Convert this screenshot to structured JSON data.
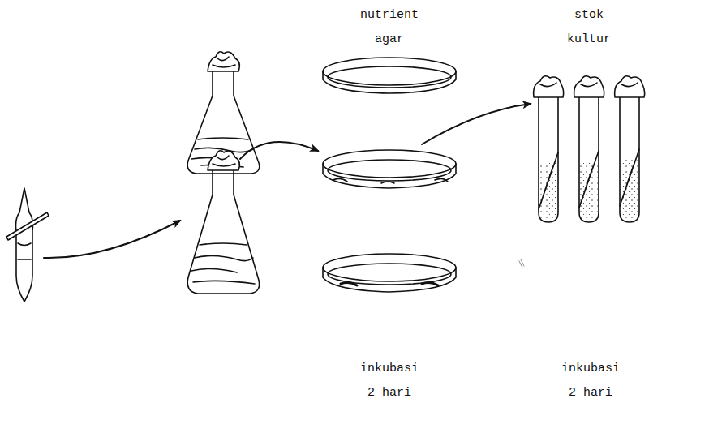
{
  "diagram": {
    "labels": [
      "nutrient agar",
      "stok kultur",
      "inkubasi 2 hari",
      "inkubasi 2 hari"
    ]
  }
}
